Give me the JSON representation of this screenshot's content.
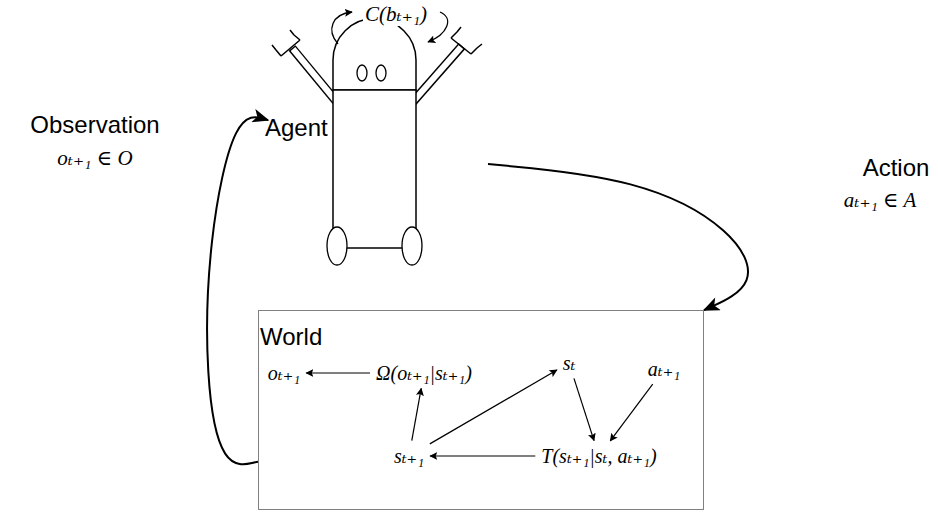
{
  "diagram": {
    "nodes": [
      {
        "text": [
          "Agent"
        ]
      },
      {
        "text": [
          "World"
        ]
      },
      {
        "text": [
          "oₜ₊₁"
        ],
        "in": 1
      },
      {
        "text": [
          "Ω(oₜ₊₁|sₜ₊₁)"
        ],
        "in": 1
      },
      {
        "text": [
          "sₜ"
        ],
        "in": 1
      },
      {
        "text": [
          "aₜ₊₁"
        ],
        "in": 1
      },
      {
        "text": [
          "sₜ₊₁"
        ],
        "in": 1
      },
      {
        "text": [
          "T(sₜ₊₁|sₜ, aₜ₊₁)"
        ],
        "in": 1
      }
    ],
    "edges": [
      {
        "from": 0,
        "to": 1,
        "arrow": "to",
        "label": "Action"
      },
      {
        "from": 1,
        "to": 0,
        "arrow": "to",
        "label": "Observation"
      },
      {
        "from": 3,
        "to": 2,
        "arrow": "to"
      },
      {
        "from": 6,
        "to": 3,
        "arrow": "to"
      },
      {
        "from": 6,
        "to": 4,
        "arrow": "to"
      },
      {
        "from": 4,
        "to": 7,
        "arrow": "to"
      },
      {
        "from": 5,
        "to": 7,
        "arrow": "to"
      },
      {
        "from": 7,
        "to": 6,
        "arrow": "to"
      }
    ],
    "labels": [
      "C(bₜ₊₁)",
      "oₜ₊₁ ∈ O",
      "aₜ₊₁ ∈ A"
    ]
  }
}
